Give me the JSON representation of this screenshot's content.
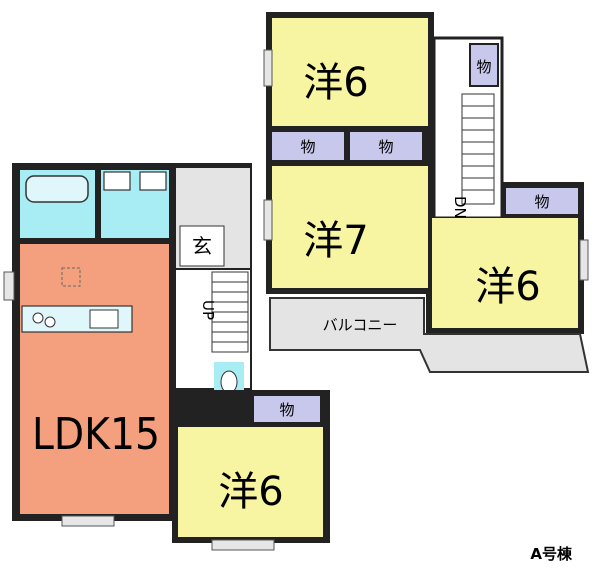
{
  "plan": {
    "building": "A号棟",
    "colors": {
      "ldk": "#F4A07E",
      "bedroom": "#F7F4A2",
      "wet": "#A8ECF4",
      "storage": "#C8C8EC",
      "corridor": "#E4E4E4",
      "wall": "#222222"
    },
    "rooms": {
      "bed_top": "洋6",
      "bed_mid": "洋7",
      "bed_right": "洋6",
      "bed_bottom": "洋6",
      "ldk": "LDK15",
      "entrance": "玄",
      "balcony": "バルコニー",
      "closet_top": "物",
      "closet_mid_left": "物",
      "closet_mid_right": "物",
      "closet_right": "物",
      "closet_bottom": "物"
    },
    "stair_marks": {
      "up": "UP",
      "down": "DN"
    }
  }
}
